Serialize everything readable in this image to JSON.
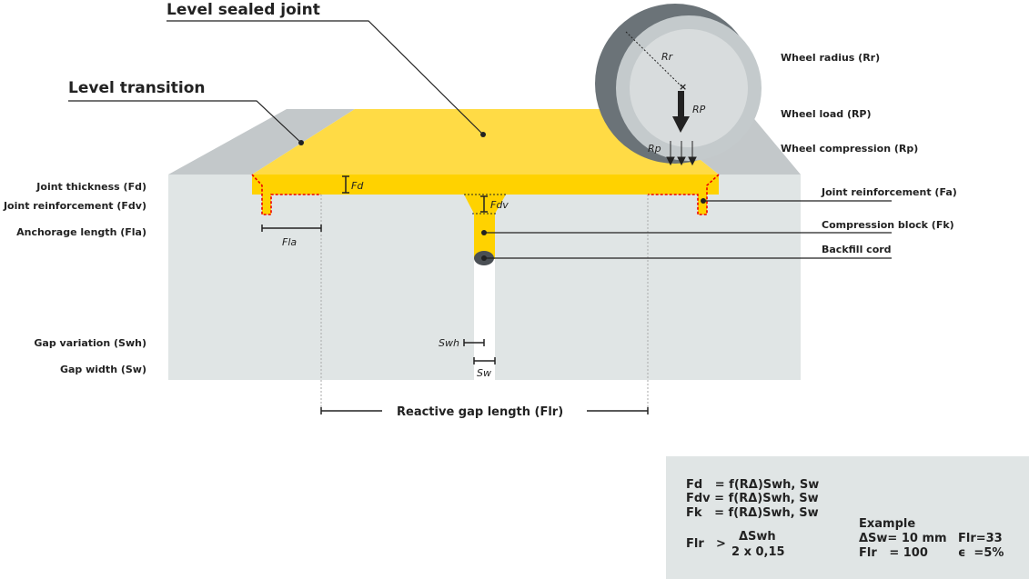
{
  "titles": {
    "sealed": "Level sealed joint",
    "transition": "Level transition"
  },
  "left_labels": {
    "fd": "Joint thickness (Fd)",
    "fdv": "Joint reinforcement (Fdv)",
    "fla": "Anchorage length (Fla)",
    "swh": "Gap variation (Swh)",
    "sw": "Gap width (Sw)"
  },
  "right_labels": {
    "rr": "Wheel radius (Rr)",
    "rp_load": "Wheel load (RP)",
    "rp_comp": "Wheel compression (Rp)",
    "fa": "Joint reinforcement (Fa)",
    "fk": "Compression block (Fk)",
    "cord": "Backfill cord"
  },
  "dims": {
    "fd": "Fd",
    "fdv": "Fdv",
    "fla": "Fla",
    "swh": "Swh",
    "sw": "Sw",
    "rr": "Rr",
    "RP": "RP",
    "Rp": "Rp"
  },
  "reactive": "Reactive gap length (Flr)",
  "formulas": {
    "l1": "Fd   = f(RΔ)Swh, Sw",
    "l2": "Fdv = f(RΔ)Swh, Sw",
    "l3": "Fk   = f(RΔ)Swh, Sw",
    "flr": "Flr",
    "gt": ">",
    "num": "ΔSwh",
    "den": "2 x 0,15"
  },
  "example": {
    "title": "Example",
    "l1a": "ΔSw= 10 mm",
    "l1b": "Flr=33",
    "l2a": "Flr   = 100",
    "l2b": "ϵ  =5%"
  },
  "colors": {
    "yellow": "#ffd200",
    "yellow_top": "#ffdb45",
    "slab": "#e0e5e5",
    "gray_top": "#c3c8ca"
  }
}
